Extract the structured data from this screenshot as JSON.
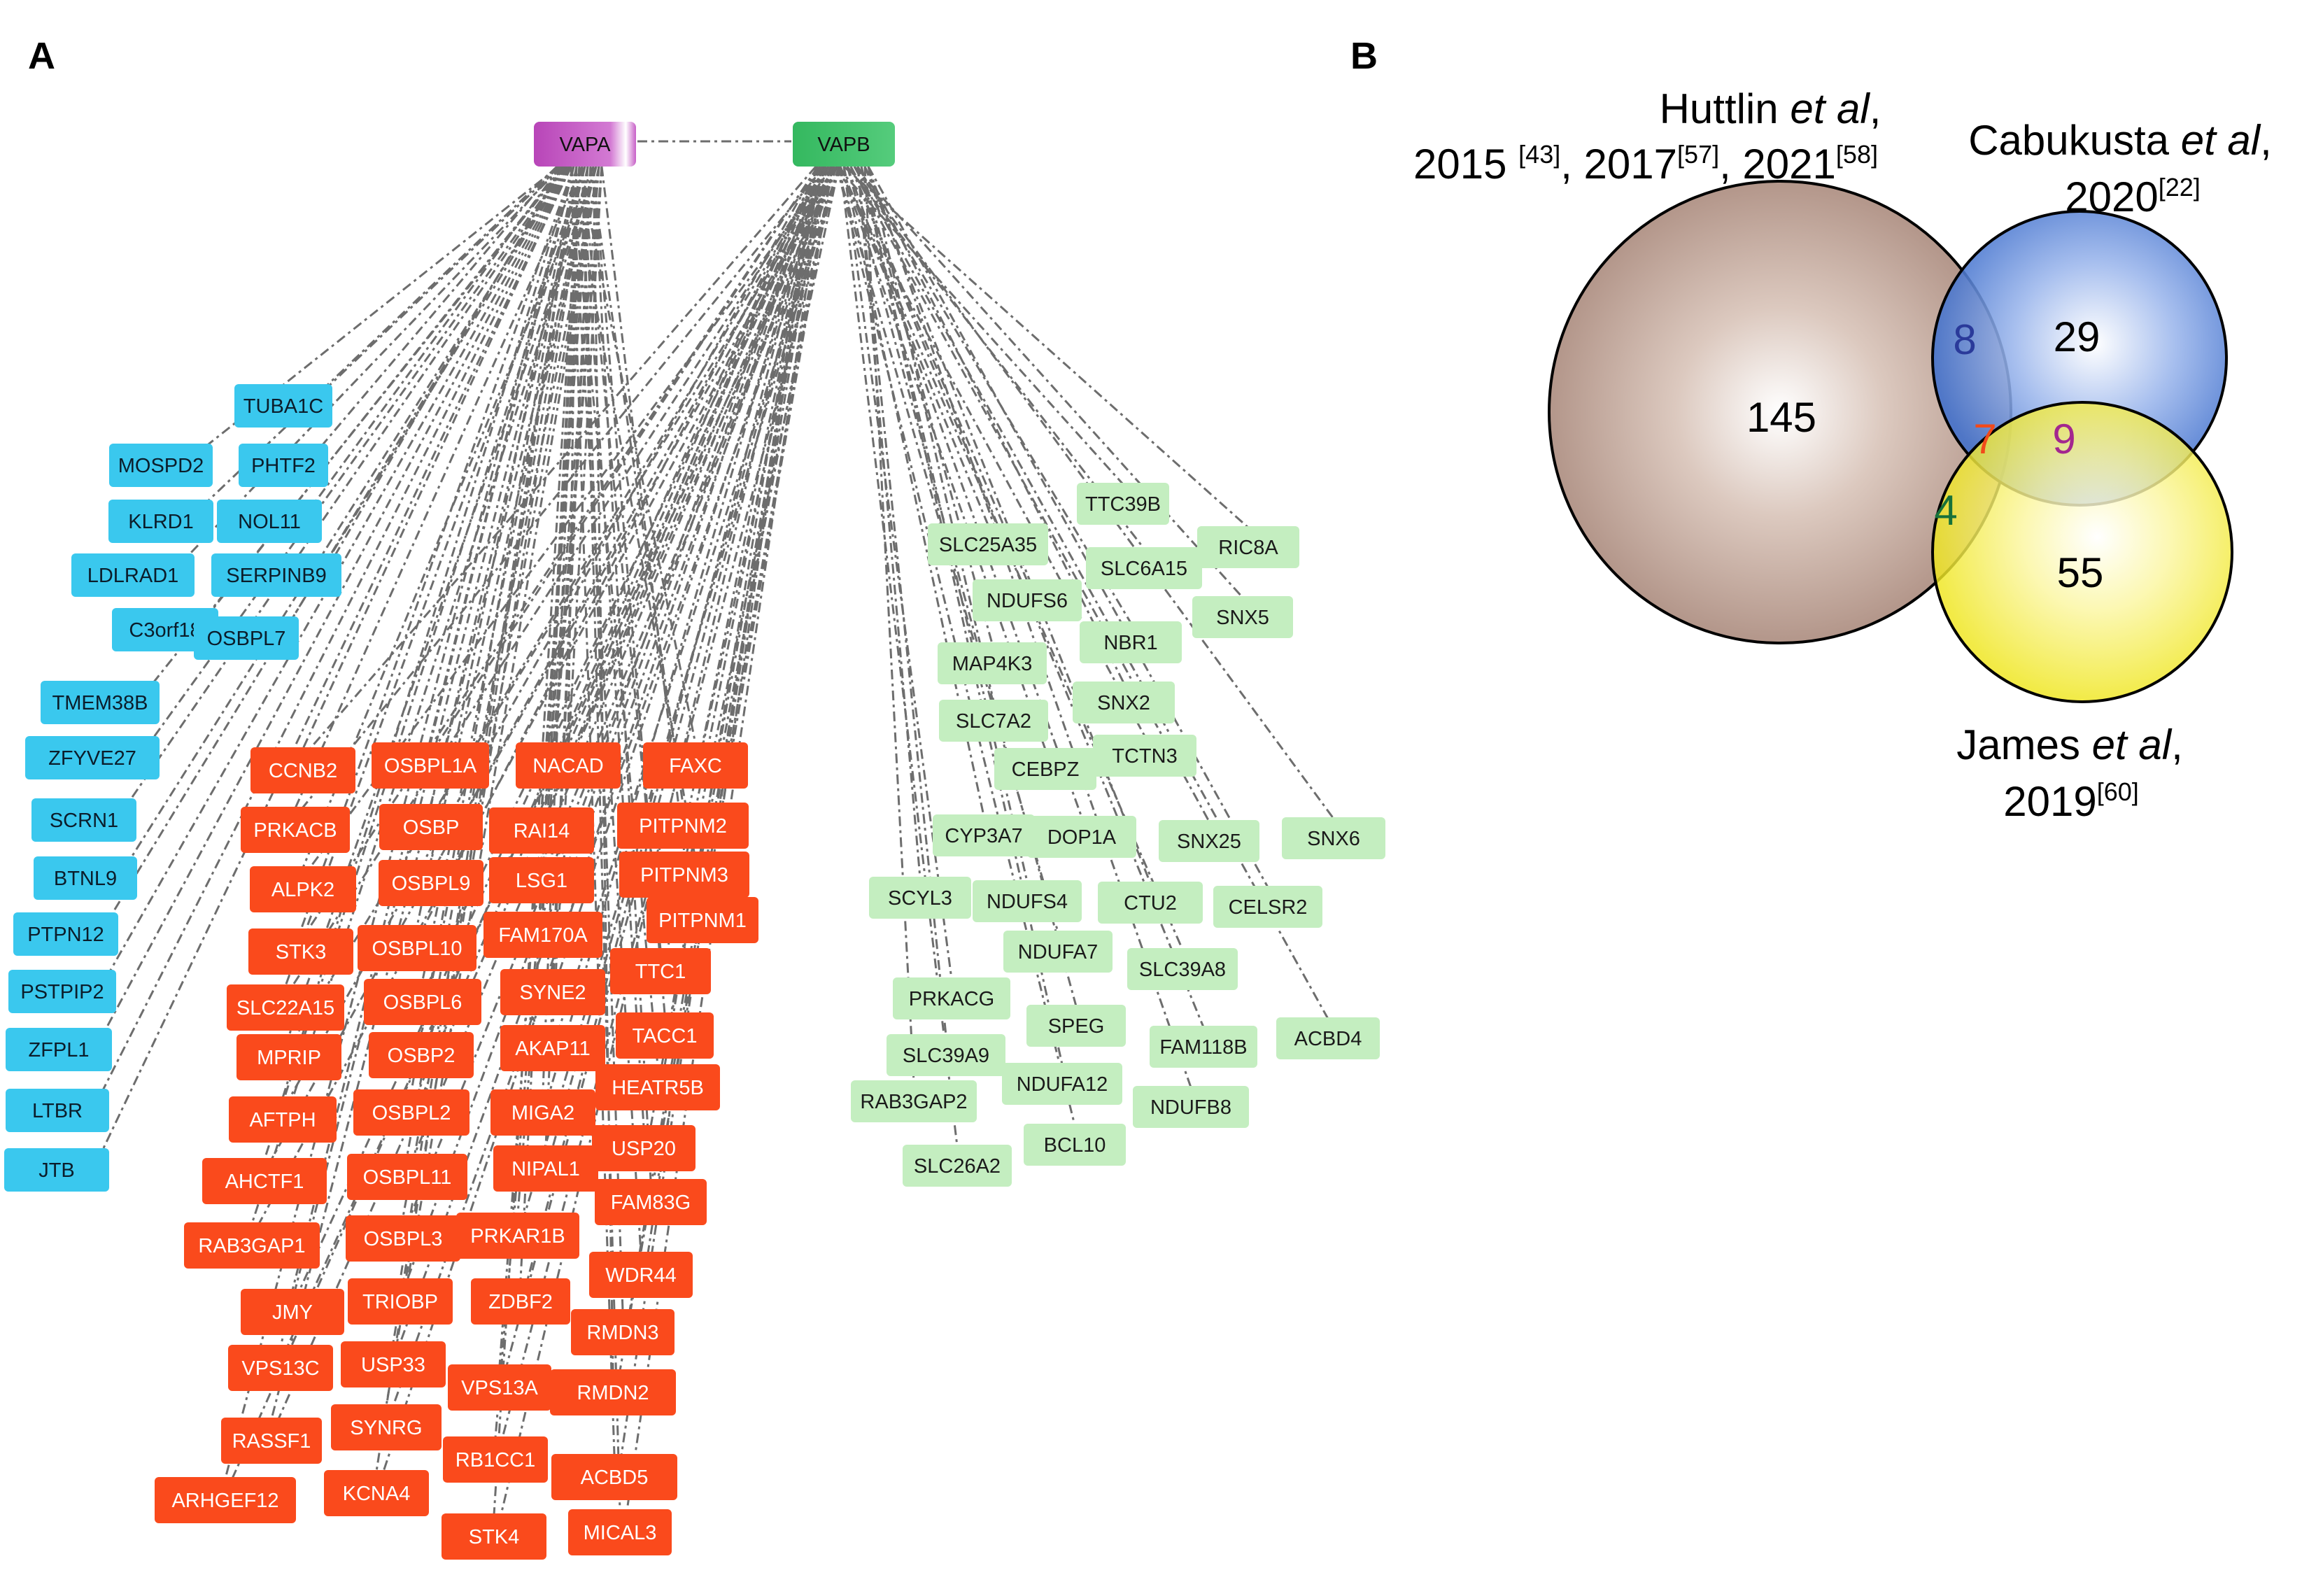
{
  "panel_labels": {
    "a": "A",
    "b": "B"
  },
  "colors": {
    "vapa": "#bf4fbf",
    "vapb": "#3fbf6a",
    "blue": "#3ac8ee",
    "red": "#fa4a1c",
    "green": "#c4eec0",
    "edge": "#6d6d6d",
    "venn_huttlin": "#b79a8c",
    "venn_cabukusta": "#4f7fd4",
    "venn_james": "#f2ea2a"
  },
  "network": {
    "hubs": [
      {
        "id": "vapa",
        "label": "VAPA"
      },
      {
        "id": "vapb",
        "label": "VAPB"
      }
    ],
    "blue_nodes": [
      "TUBA1C",
      "PHTF2",
      "MOSPD2",
      "KLRD1",
      "NOL11",
      "LDLRAD1",
      "SERPINB9",
      "C3orf18",
      "OSBPL7",
      "TMEM38B",
      "ZFYVE27",
      "SCRN1",
      "BTNL9",
      "PTPN12",
      "PSTPIP2",
      "ZFPL1",
      "LTBR",
      "JTB"
    ],
    "red_nodes": [
      "CCNB2",
      "OSBPL1A",
      "NACAD",
      "FAXC",
      "PRKACB",
      "OSBP",
      "RAI14",
      "PITPNM2",
      "ALPK2",
      "OSBPL9",
      "LSG1",
      "PITPNM3",
      "PITPNM1",
      "STK3",
      "OSBPL10",
      "FAM170A",
      "TTC1",
      "SLC22A15",
      "OSBPL6",
      "SYNE2",
      "TACC1",
      "MPRIP",
      "OSBP2",
      "AKAP11",
      "HEATR5B",
      "AFTPH",
      "OSBPL2",
      "MIGA2",
      "USP20",
      "AHCTF1",
      "OSBPL11",
      "NIPAL1",
      "FAM83G",
      "RAB3GAP1",
      "OSBPL3",
      "PRKAR1B",
      "WDR44",
      "JMY",
      "TRIOBP",
      "ZDBF2",
      "RMDN3",
      "VPS13C",
      "USP33",
      "VPS13A",
      "RMDN2",
      "RASSF1",
      "SYNRG",
      "RB1CC1",
      "ACBD5",
      "ARHGEF12",
      "KCNA4",
      "STK4",
      "MICAL3"
    ],
    "green_nodes": [
      "TTC39B",
      "SLC25A35",
      "RIC8A",
      "SLC6A15",
      "NDUFS6",
      "SNX5",
      "NBR1",
      "MAP4K3",
      "SNX2",
      "SLC7A2",
      "TCTN3",
      "CEBPZ",
      "CYP3A7",
      "DOP1A",
      "SNX25",
      "SNX6",
      "SCYL3",
      "NDUFS4",
      "CTU2",
      "CELSR2",
      "NDUFA7",
      "SLC39A8",
      "PRKACG",
      "SPEG",
      "FAM118B",
      "ACBD4",
      "SLC39A9",
      "NDUFA12",
      "RAB3GAP2",
      "NDUFB8",
      "BCL10",
      "SLC26A2"
    ]
  },
  "venn": {
    "huttlin_line1_pre": "Huttlin ",
    "huttlin_etal": "et al",
    "huttlin_line1_post": ",",
    "huttlin_line2_a": "2015 ",
    "huttlin_ref_a": "[43]",
    "huttlin_line2_b": ", 2017",
    "huttlin_ref_b": "[57]",
    "huttlin_line2_c": ", 2021",
    "huttlin_ref_c": "[58]",
    "cabukusta_pre": "Cabukusta ",
    "cabukusta_etal": "et al",
    "cabukusta_post": ",",
    "cabukusta_year": "2020",
    "cabukusta_ref": "[22]",
    "james_pre": "James ",
    "james_etal": "et al",
    "james_post": ",",
    "james_year": "2019",
    "james_ref": "[60]",
    "counts": [
      {
        "region": "huttlin_only",
        "value": "145",
        "color": "#000000"
      },
      {
        "region": "cabukusta_only",
        "value": "29",
        "color": "#000000"
      },
      {
        "region": "huttlin_cabukusta",
        "value": "8",
        "color": "#2a3a9a"
      },
      {
        "region": "all_three",
        "value": "7",
        "color": "#f24a1a"
      },
      {
        "region": "cabukusta_james",
        "value": "9",
        "color": "#a3278f"
      },
      {
        "region": "huttlin_james",
        "value": "4",
        "color": "#16713a"
      },
      {
        "region": "james_only",
        "value": "55",
        "color": "#000000"
      }
    ]
  }
}
